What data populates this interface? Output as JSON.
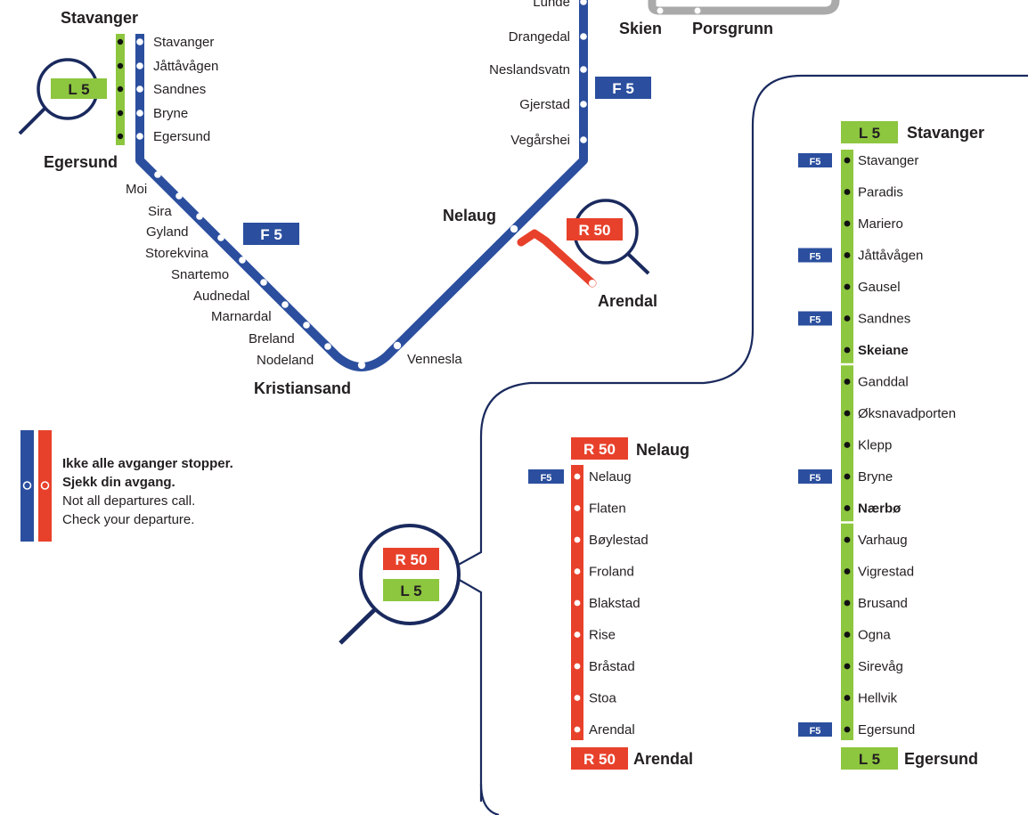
{
  "colors": {
    "f5_blue": "#2b4f9e",
    "l5_green": "#8dc63f",
    "r50_red": "#e8412b",
    "frame_navy": "#1a2a5e",
    "grey_line": "#aaaaaa"
  },
  "top_map": {
    "grey_line_labels": [
      "Skien",
      "Porsgrunn"
    ],
    "stavanger_title": "Stavanger",
    "egersund_title": "Egersund",
    "stavanger_branch": [
      "Stavanger",
      "Jåttåvågen",
      "Sandnes",
      "Bryne",
      "Egersund"
    ],
    "south_left": [
      "Moi",
      "Sira",
      "Gyland",
      "Storekvina",
      "Snartemo",
      "Audnedal",
      "Marnardal",
      "Breland",
      "Nodeland"
    ],
    "kristiansand": "Kristiansand",
    "vennesla": "Vennesla",
    "nelaug": "Nelaug",
    "east_branch": [
      "Lunde",
      "Drangedal",
      "Neslandsvatn",
      "Gjerstad",
      "Vegårshei"
    ],
    "arendal": "Arendal",
    "badges": {
      "f5_west": "F 5",
      "f5_east": "F 5",
      "l5": "L 5",
      "r50": "R 50"
    }
  },
  "legend": {
    "line1": "Ikke alle avganger stopper.",
    "line2": "Sjekk din avgang.",
    "line3": "Not all departures call.",
    "line4": "Check your departure."
  },
  "detail": {
    "zoom_badges": {
      "r50": "R 50",
      "l5": "L 5"
    },
    "r50": {
      "badge": "R 50",
      "from": "Nelaug",
      "to": "Arendal",
      "f5_tag": "F5",
      "stops": [
        "Nelaug",
        "Flaten",
        "Bøylestad",
        "Froland",
        "Blakstad",
        "Rise",
        "Bråstad",
        "Stoa",
        "Arendal"
      ]
    },
    "l5": {
      "badge": "L 5",
      "from": "Stavanger",
      "to": "Egersund",
      "f5_tag": "F5",
      "stops": [
        {
          "name": "Stavanger",
          "f5": true,
          "bold": false
        },
        {
          "name": "Paradis",
          "f5": false,
          "bold": false
        },
        {
          "name": "Mariero",
          "f5": false,
          "bold": false
        },
        {
          "name": "Jåttåvågen",
          "f5": true,
          "bold": false
        },
        {
          "name": "Gausel",
          "f5": false,
          "bold": false
        },
        {
          "name": "Sandnes",
          "f5": true,
          "bold": false
        },
        {
          "name": "Skeiane",
          "f5": false,
          "bold": true
        },
        {
          "name": "Ganddal",
          "f5": false,
          "bold": false
        },
        {
          "name": "Øksnavadporten",
          "f5": false,
          "bold": false
        },
        {
          "name": "Klepp",
          "f5": false,
          "bold": false
        },
        {
          "name": "Bryne",
          "f5": true,
          "bold": false
        },
        {
          "name": "Nærbø",
          "f5": false,
          "bold": true
        },
        {
          "name": "Varhaug",
          "f5": false,
          "bold": false
        },
        {
          "name": "Vigrestad",
          "f5": false,
          "bold": false
        },
        {
          "name": "Brusand",
          "f5": false,
          "bold": false
        },
        {
          "name": "Ogna",
          "f5": false,
          "bold": false
        },
        {
          "name": "Sirevåg",
          "f5": false,
          "bold": false
        },
        {
          "name": "Hellvik",
          "f5": false,
          "bold": false
        },
        {
          "name": "Egersund",
          "f5": true,
          "bold": false
        }
      ]
    }
  }
}
